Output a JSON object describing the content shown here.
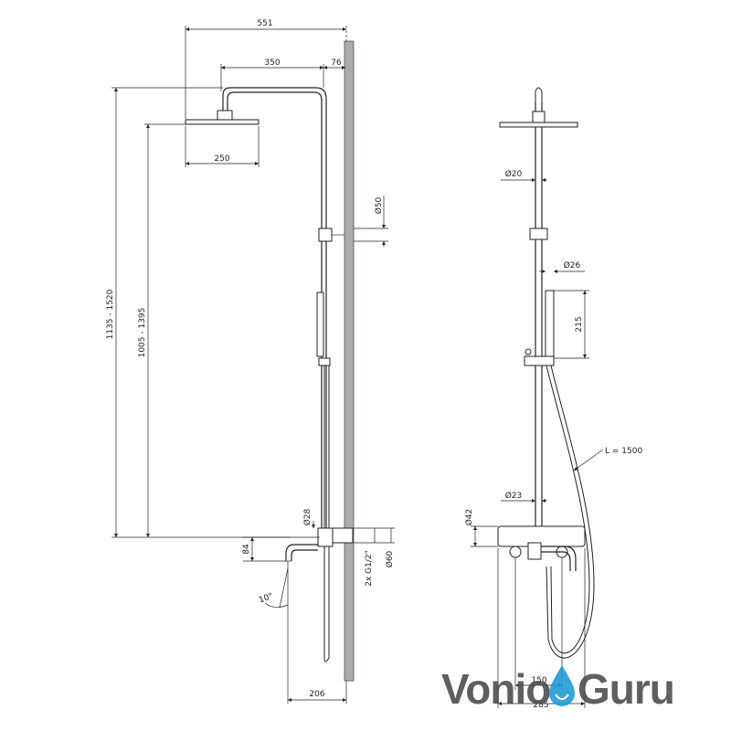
{
  "left_view": {
    "width_total": "551",
    "arm_length": "350",
    "wall_offset": "76",
    "head_diameter": "250",
    "height_total": "1135 - 1520",
    "height_head": "1005 - 1395",
    "bracket_diameter": "Ø50",
    "tube_diameter": "Ø28",
    "spout_height": "84",
    "connection": "2x G1/2\"",
    "body_diameter": "Ø60",
    "angle": "10°",
    "spout_length": "206"
  },
  "right_view": {
    "riser_diameter": "Ø20",
    "handshower_diameter": "Ø26",
    "handshower_length": "215",
    "hose_length": "L = 1500",
    "lower_tube_diameter": "Ø23",
    "mixer_diameter": "Ø42",
    "mixer_spacing": "150",
    "mixer_width": "285"
  },
  "watermark": {
    "part1": "Vonio",
    "part2": "Guru",
    "color_dark": "#4a4a4a",
    "color_blue": "#1b9ad6"
  }
}
